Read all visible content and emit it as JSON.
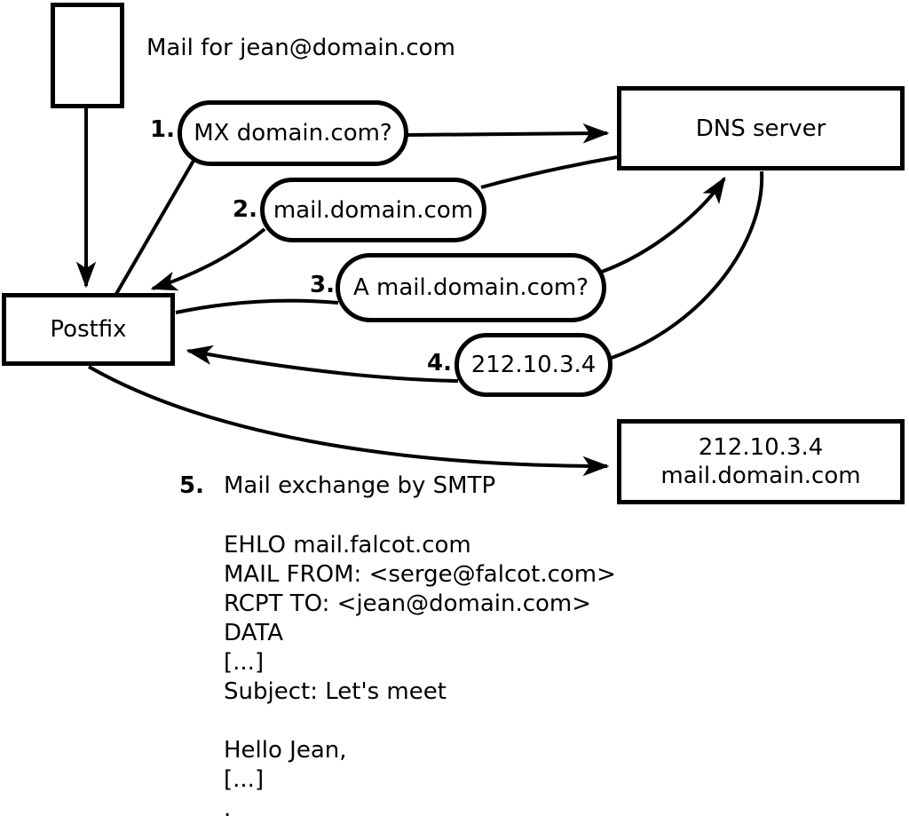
{
  "colors": {
    "ink": "#000000",
    "background": "#ffffff"
  },
  "caption": "Mail for jean@domain.com",
  "nodes": {
    "postfix": "Postfix",
    "dns_server": "DNS server",
    "mail_server_ip": "212.10.3.4",
    "mail_server_host": "mail.domain.com"
  },
  "steps": [
    {
      "num": "1.",
      "label": "MX domain.com?"
    },
    {
      "num": "2.",
      "label": "mail.domain.com"
    },
    {
      "num": "3.",
      "label": "A mail.domain.com?"
    },
    {
      "num": "4.",
      "label": "212.10.3.4"
    },
    {
      "num": "5.",
      "label": "Mail exchange by SMTP"
    }
  ],
  "smtp_session": {
    "lines": [
      "EHLO mail.falcot.com",
      "MAIL FROM: <serge@falcot.com>",
      "RCPT TO: <jean@domain.com>",
      "DATA",
      "[...]",
      "Subject: Let's meet",
      "",
      "Hello Jean,",
      "[...]",
      "."
    ]
  }
}
